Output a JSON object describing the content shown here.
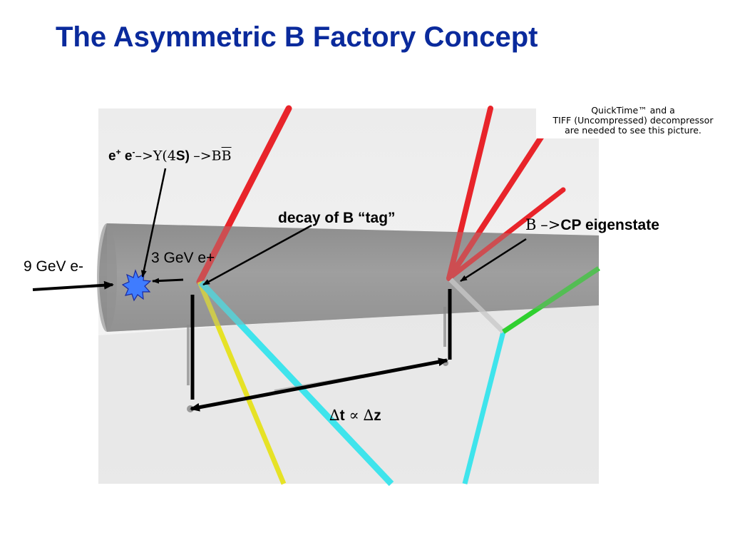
{
  "slide": {
    "title": "The Asymmetric B Factory Concept"
  },
  "quicktime_notice": {
    "line1": "QuickTime™ and a",
    "line2": "TIFF (Uncompressed) decompressor",
    "line3": "are needed to see this picture."
  },
  "labels": {
    "annihilation": {
      "e1": "e",
      "sup1": "+",
      "e2": "e",
      "sup2": "-",
      "arrow1": "–>",
      "upsilon": "Υ(4",
      "s_paren": "S)",
      "arrow2": "–>",
      "bb_first": "B",
      "bb_second": "B"
    },
    "electron_beam": "9 GeV e-",
    "positron_beam": "3 GeV e+",
    "tag_decay": "decay of B “tag”",
    "cp_decay": {
      "b": "B",
      "arrow": "–>",
      "text": "CP eigenstate"
    },
    "delta": {
      "d1": "∆",
      "t": "t",
      "prop": "∝",
      "d2": "∆",
      "z": "z"
    }
  },
  "colors": {
    "title": "#0a2a9c",
    "red_track": "#e8242a",
    "cyan_track": "#3fe4ec",
    "yellow_track": "#e6e226",
    "green_track": "#2fd02f",
    "explosion": "#3f7cff",
    "beam_pipe": "#8f8f8f"
  }
}
